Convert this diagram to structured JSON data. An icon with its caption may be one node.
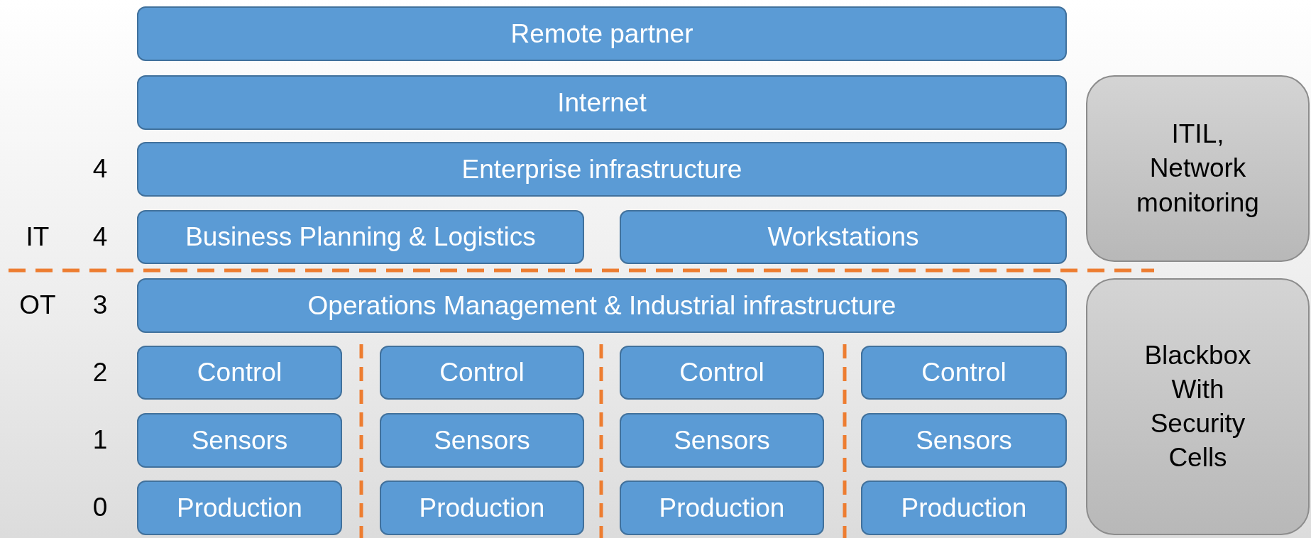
{
  "diagram": {
    "nodes": [
      {
        "text": [
          "Remote partner"
        ]
      },
      {
        "text": [
          "Internet"
        ]
      },
      {
        "text": [
          "Enterprise infrastructure"
        ]
      },
      {
        "text": [
          "Business Planning & Logistics"
        ]
      },
      {
        "text": [
          "Workstations"
        ]
      },
      {
        "text": [
          "ITIL, Network monitoring"
        ]
      },
      {
        "text": [
          "Operations Management & Industrial infrastructure"
        ]
      },
      {
        "text": [
          "Control"
        ]
      },
      {
        "text": [
          "Control"
        ]
      },
      {
        "text": [
          "Control"
        ]
      },
      {
        "text": [
          "Control"
        ]
      },
      {
        "text": [
          "Sensors"
        ]
      },
      {
        "text": [
          "Sensors"
        ]
      },
      {
        "text": [
          "Sensors"
        ]
      },
      {
        "text": [
          "Sensors"
        ]
      },
      {
        "text": [
          "Production"
        ]
      },
      {
        "text": [
          "Production"
        ]
      },
      {
        "text": [
          "Production"
        ]
      },
      {
        "text": [
          "Production"
        ]
      },
      {
        "text": [
          "Blackbox With Security Cells"
        ]
      }
    ],
    "labels": [
      "4",
      "IT",
      "4",
      "OT",
      "3",
      "2",
      "1",
      "0"
    ]
  }
}
